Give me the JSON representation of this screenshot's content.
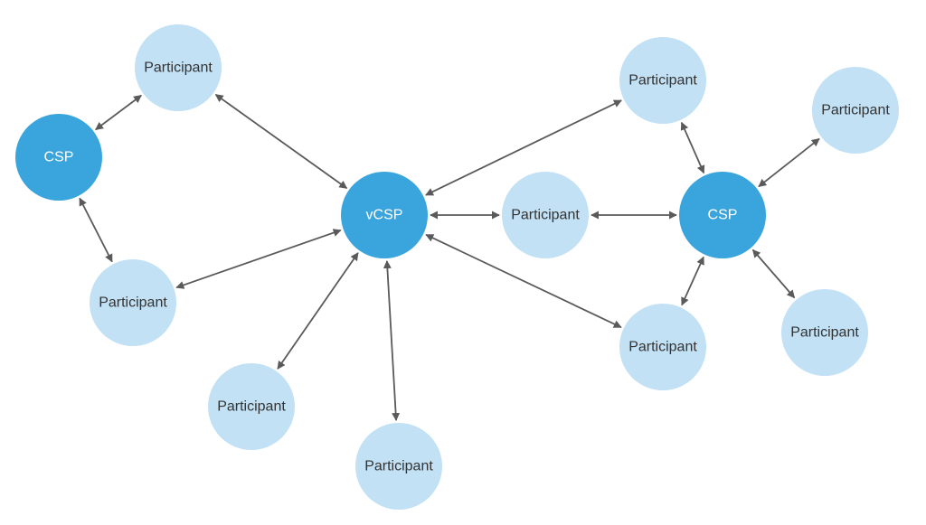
{
  "colors": {
    "hub_fill": "#3aa4dd",
    "hub_text": "#ffffff",
    "participant_fill": "#c2e1f5",
    "participant_text": "#333333",
    "edge": "#5a5a5a",
    "background": "#ffffff"
  },
  "nodes": [
    {
      "id": "csp-left",
      "kind": "hub",
      "label": "CSP"
    },
    {
      "id": "vcsp",
      "kind": "hub",
      "label": "vCSP"
    },
    {
      "id": "csp-right",
      "kind": "hub",
      "label": "CSP"
    },
    {
      "id": "participant-top-left",
      "kind": "participant",
      "label": "Participant"
    },
    {
      "id": "participant-mid-left",
      "kind": "participant",
      "label": "Participant"
    },
    {
      "id": "participant-bottom-left",
      "kind": "participant",
      "label": "Participant"
    },
    {
      "id": "participant-bottom-center",
      "kind": "participant",
      "label": "Participant"
    },
    {
      "id": "participant-center",
      "kind": "participant",
      "label": "Participant"
    },
    {
      "id": "participant-top-right",
      "kind": "participant",
      "label": "Participant"
    },
    {
      "id": "participant-bottom-right-inner",
      "kind": "participant",
      "label": "Participant"
    },
    {
      "id": "participant-far-right-top",
      "kind": "participant",
      "label": "Participant"
    },
    {
      "id": "participant-far-right-bottom",
      "kind": "participant",
      "label": "Participant"
    }
  ],
  "edges": [
    {
      "from": "csp-left",
      "to": "participant-top-left",
      "direction": "both"
    },
    {
      "from": "csp-left",
      "to": "participant-mid-left",
      "direction": "both"
    },
    {
      "from": "vcsp",
      "to": "participant-top-left",
      "direction": "both"
    },
    {
      "from": "vcsp",
      "to": "participant-mid-left",
      "direction": "both"
    },
    {
      "from": "vcsp",
      "to": "participant-bottom-left",
      "direction": "both"
    },
    {
      "from": "vcsp",
      "to": "participant-bottom-center",
      "direction": "both"
    },
    {
      "from": "vcsp",
      "to": "participant-center",
      "direction": "both"
    },
    {
      "from": "vcsp",
      "to": "participant-top-right",
      "direction": "both"
    },
    {
      "from": "vcsp",
      "to": "participant-bottom-right-inner",
      "direction": "both"
    },
    {
      "from": "participant-center",
      "to": "csp-right",
      "direction": "both"
    },
    {
      "from": "csp-right",
      "to": "participant-top-right",
      "direction": "both"
    },
    {
      "from": "csp-right",
      "to": "participant-bottom-right-inner",
      "direction": "both"
    },
    {
      "from": "csp-right",
      "to": "participant-far-right-top",
      "direction": "both"
    },
    {
      "from": "csp-right",
      "to": "participant-far-right-bottom",
      "direction": "both"
    }
  ]
}
